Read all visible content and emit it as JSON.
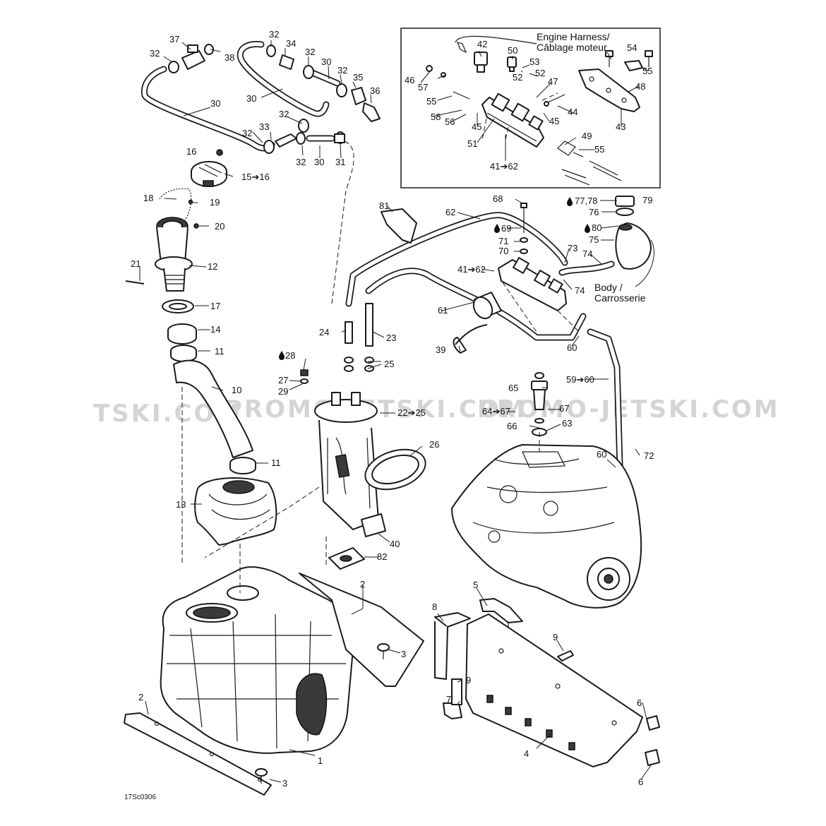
{
  "watermark": {
    "left": "TSKI.COM",
    "center": "PROMO-JETSKI.COM",
    "right": "PROMO-JETSKI.COM"
  },
  "reference_code": "17Sc0306",
  "inset": {
    "harness_line1": "Engine Harness/",
    "harness_line2": "Câblage moteur"
  },
  "body_note": {
    "line1": "Body /",
    "line2": "Carrosserie"
  },
  "callouts": {
    "c37": "37",
    "c32a": "32",
    "c38": "38",
    "c32b": "32",
    "c34": "34",
    "c32c": "32",
    "c30a": "30",
    "c32d": "32",
    "c35": "35",
    "c36": "36",
    "c30b": "30",
    "c30c": "30",
    "c32e": "32",
    "c33": "33",
    "c32f": "32",
    "c32g": "32",
    "c30d": "30",
    "c31": "31",
    "c16": "16",
    "c15": "15➔16",
    "c18": "18",
    "c19": "19",
    "c20": "20",
    "c12": "12",
    "c21": "21",
    "c17": "17",
    "c14": "14",
    "c11a": "11",
    "c10": "10",
    "c11b": "11",
    "c13": "13",
    "c81": "81",
    "c62": "62",
    "c68": "68",
    "c69": "69",
    "c71": "71",
    "c70": "70",
    "c73": "73",
    "c74a": "74",
    "c74b": "74",
    "c4162b": "41➔62",
    "c7778": "77,78",
    "c79": "79",
    "c76": "76",
    "c80": "80",
    "c75": "75",
    "c61": "61",
    "c24": "24",
    "c23": "23",
    "c25a": "25",
    "c28": "28",
    "c27": "27",
    "c29": "29",
    "c2225": "22➔25",
    "c26": "26",
    "c40": "40",
    "c82": "82",
    "c39": "39",
    "c60a": "60",
    "c5960": "59➔60",
    "c65": "65",
    "c6467": "64➔67",
    "c67": "67",
    "c66": "66",
    "c63": "63",
    "c72": "72",
    "c60b": "60",
    "c2a": "2",
    "c3a": "3",
    "c2b": "2",
    "c1": "1",
    "c3b": "3",
    "c5": "5",
    "c8": "8",
    "c9a": "9",
    "c9b": "9",
    "c7": "7",
    "c6a": "6",
    "c4": "4",
    "c6b": "6",
    "c42": "42",
    "c50": "50",
    "c53": "53",
    "c52a": "52",
    "c52b": "52",
    "c54": "54",
    "c55a": "55",
    "c46": "46",
    "c57": "57",
    "c47": "47",
    "c48": "48",
    "c55b": "55",
    "c44": "44",
    "c58": "58",
    "c56": "56",
    "c45a": "45",
    "c45b": "45",
    "c43": "43",
    "c49": "49",
    "c51": "51",
    "c55c": "55",
    "c4162a": "41➔62"
  },
  "icons": {
    "lubricant": "drop-icon"
  }
}
